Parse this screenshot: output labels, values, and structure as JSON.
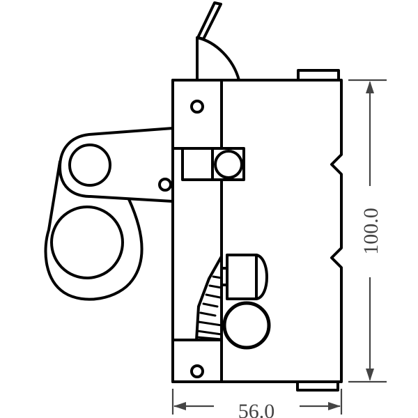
{
  "drawing": {
    "title": "Fall arrester device - side view technical drawing",
    "line_color": "#000000",
    "dimension_color": "#444444",
    "dimensions": {
      "height": {
        "label": "100.0",
        "value": 100.0,
        "orientation": "vertical"
      },
      "width": {
        "label": "56.0",
        "value": 56.0,
        "orientation": "horizontal"
      }
    },
    "parts": [
      "lever-handle",
      "main-body",
      "top-left-block",
      "middle-roller-bracket",
      "roller",
      "connector-plate",
      "attachment-eye",
      "locking-cam",
      "cam-teeth",
      "cam-pin",
      "pivot-pin",
      "bottom-left-block",
      "top-tab",
      "bottom-tab",
      "right-edge-notches"
    ]
  }
}
